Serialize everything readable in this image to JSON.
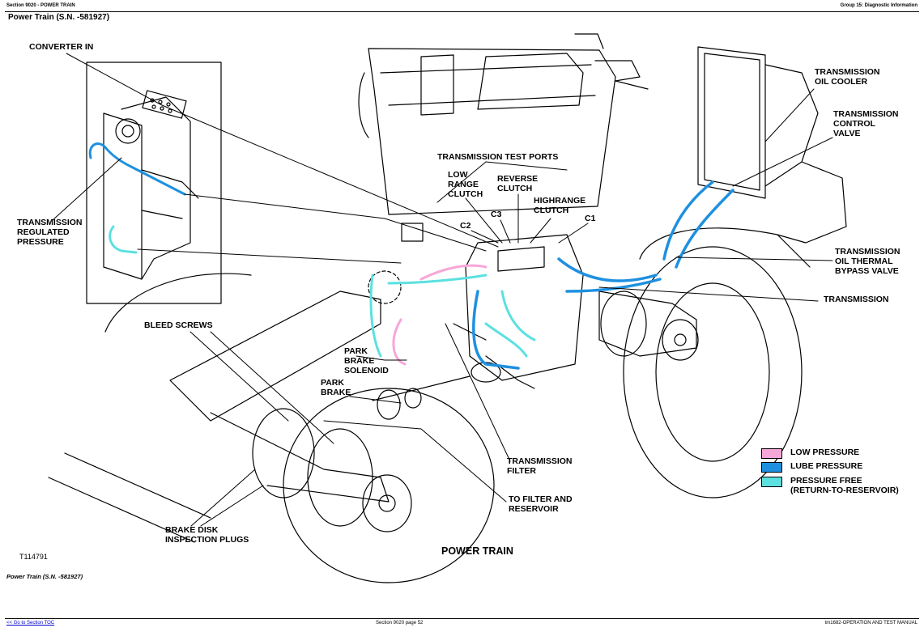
{
  "header": {
    "left": "Section 9020 - POWER TRAIN",
    "right": "Group 15: Diagnostic Information"
  },
  "page_heading": "Power Train (S.N. -581927)",
  "labels": {
    "converter_in": "CONVERTER IN",
    "regulated_pressure": "TRANSMISSION\nREGULATED\nPRESSURE",
    "bleed_screws": "BLEED SCREWS",
    "brake_disk": "BRAKE DISK\nINSPECTION PLUGS",
    "park_brake_solenoid": "PARK\nBRAKE\nSOLENOID",
    "park_brake": "PARK\nBRAKE",
    "test_ports": "TRANSMISSION TEST PORTS",
    "low_range": "LOW\nRANGE\nCLUTCH",
    "reverse": "REVERSE\nCLUTCH",
    "highrange": "HIGHRANGE\nCLUTCH",
    "c1": "C1",
    "c2": "C2",
    "c3": "C3",
    "oil_cooler": "TRANSMISSION\nOIL COOLER",
    "control_valve": "TRANSMISSION\nCONTROL\nVALVE",
    "bypass_valve": "TRANSMISSION\nOIL THERMAL\nBYPASS VALVE",
    "transmission": "TRANSMISSION",
    "filter": "TRANSMISSION\nFILTER",
    "to_filter": "TO FILTER AND\nRESERVOIR"
  },
  "legend": [
    {
      "label": "LOW PRESSURE",
      "color": "#f7a6d8"
    },
    {
      "label": "LUBE PRESSURE",
      "color": "#1e90e0"
    },
    {
      "label": "PRESSURE FREE\n(RETURN-TO-RESERVOIR)",
      "color": "#5ce0e0"
    }
  ],
  "figure_id": "T114791",
  "figure_title": "POWER TRAIN",
  "caption": "Power Train (S.N. -581927)",
  "footer": {
    "left": "<< Go to Section TOC",
    "center": "Section 9020 page 52",
    "right": "tm1682-OPERATION AND TEST MANUAL"
  },
  "colors": {
    "low_pressure": "#f7a6d8",
    "lube_pressure": "#1e90e0",
    "pressure_free": "#5ce0e0"
  }
}
